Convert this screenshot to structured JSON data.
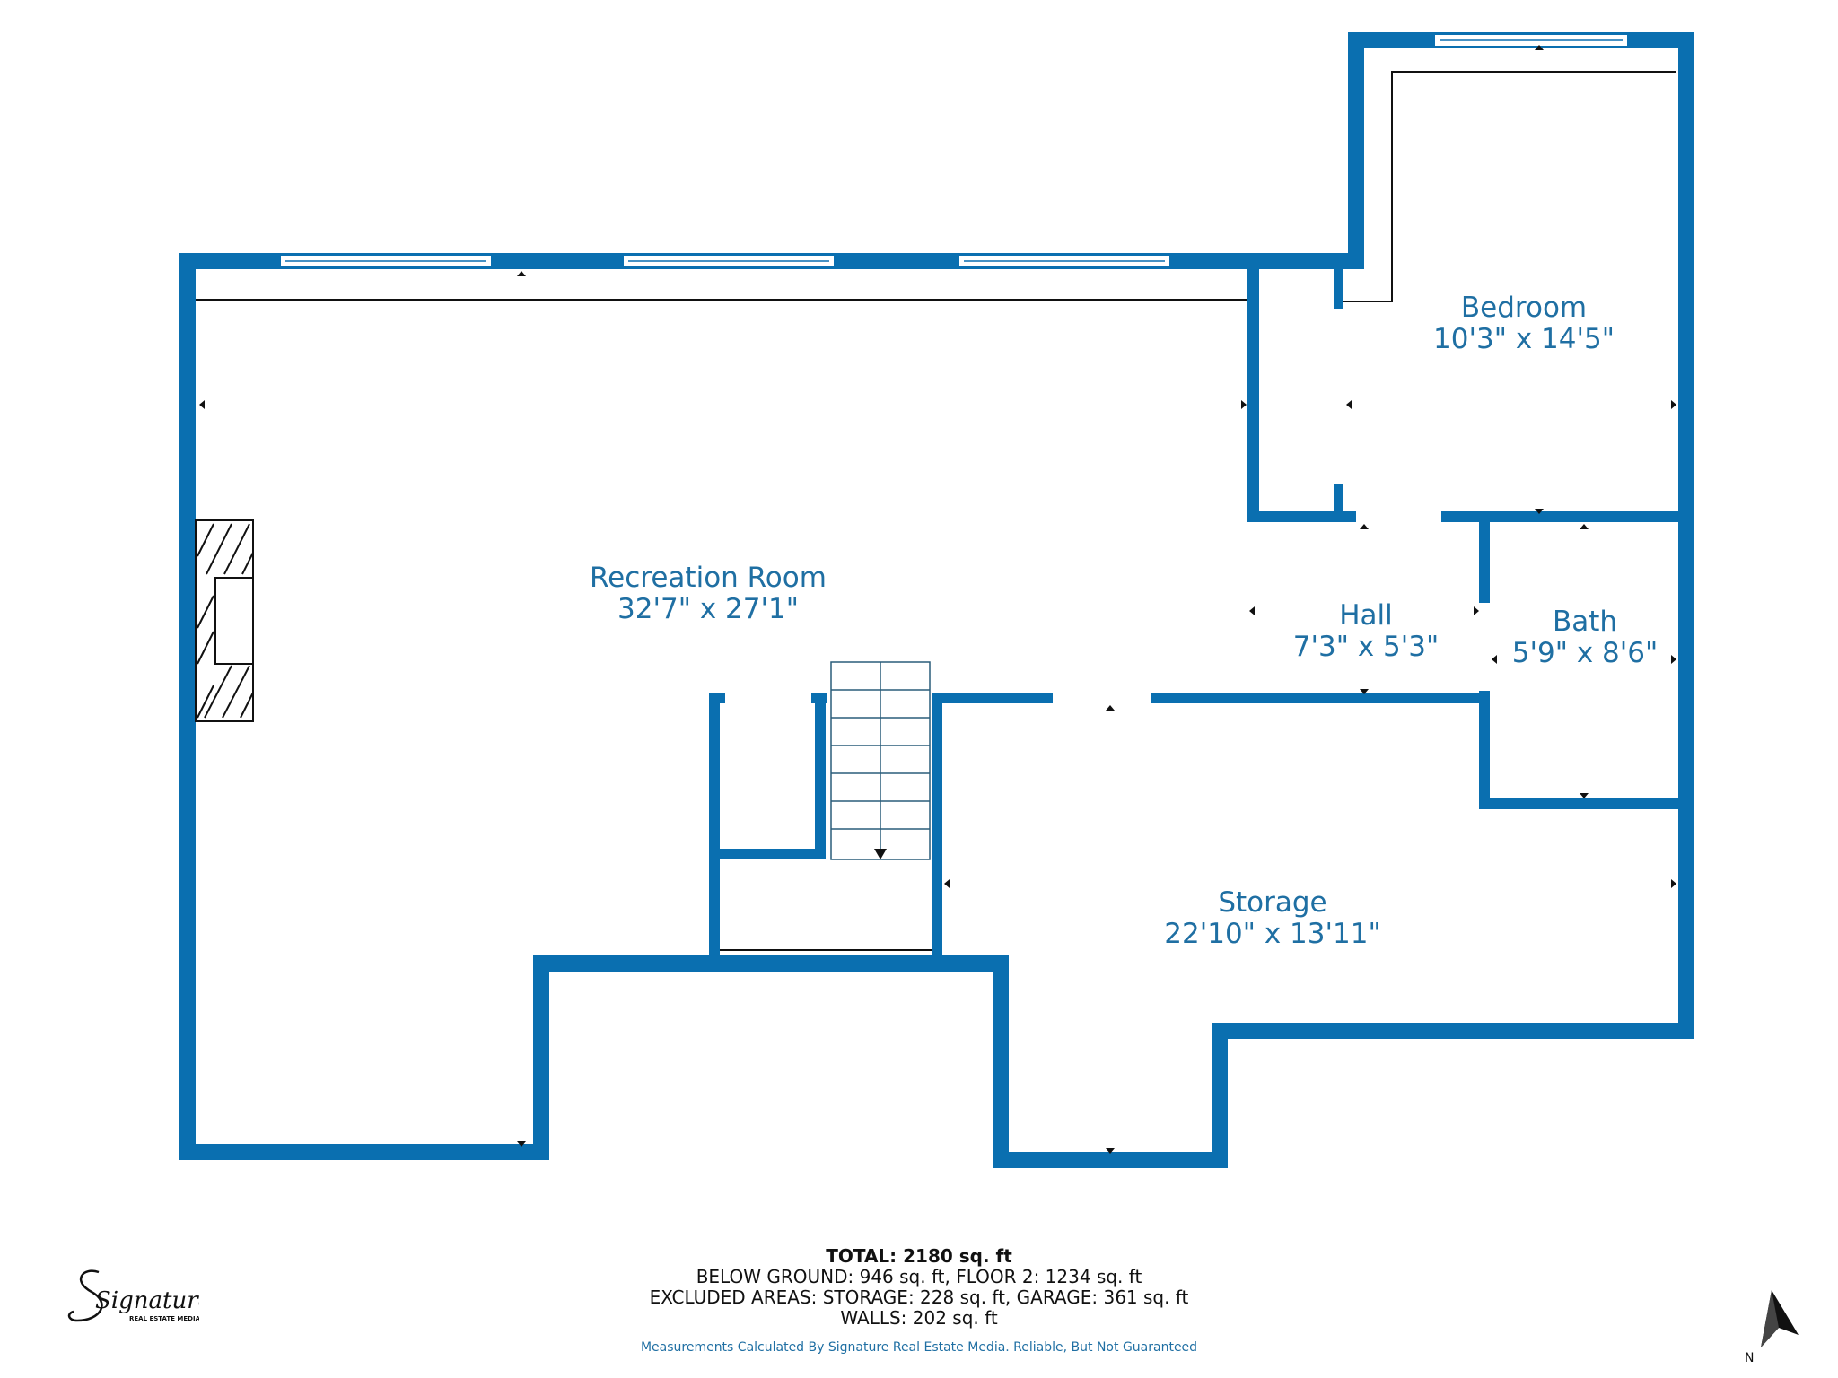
{
  "rooms": {
    "recreation": {
      "name": "Recreation Room",
      "dims": "32'7\" x 27'1\""
    },
    "bedroom": {
      "name": "Bedroom",
      "dims": "10'3\" x 14'5\""
    },
    "hall": {
      "name": "Hall",
      "dims": "7'3\" x 5'3\""
    },
    "bath": {
      "name": "Bath",
      "dims": "5'9\" x 8'6\""
    },
    "storage": {
      "name": "Storage",
      "dims": "22'10\" x 13'11\""
    }
  },
  "footer": {
    "total": "TOTAL: 2180 sq. ft",
    "line1": "BELOW GROUND: 946 sq. ft, FLOOR 2: 1234 sq. ft",
    "line2": "EXCLUDED AREAS: STORAGE: 228 sq. ft, GARAGE: 361 sq. ft",
    "line3": "WALLS: 202 sq. ft",
    "note": "Measurements Calculated By Signature Real Estate Media. Reliable, But Not Guaranteed"
  },
  "logo": {
    "script": "Signature",
    "sub": "REAL ESTATE MEDIA"
  },
  "compass": {
    "label": "N",
    "icon": "north-arrow-icon"
  },
  "colors": {
    "wall": "#0a6fb0",
    "label": "#1f6fa3"
  }
}
